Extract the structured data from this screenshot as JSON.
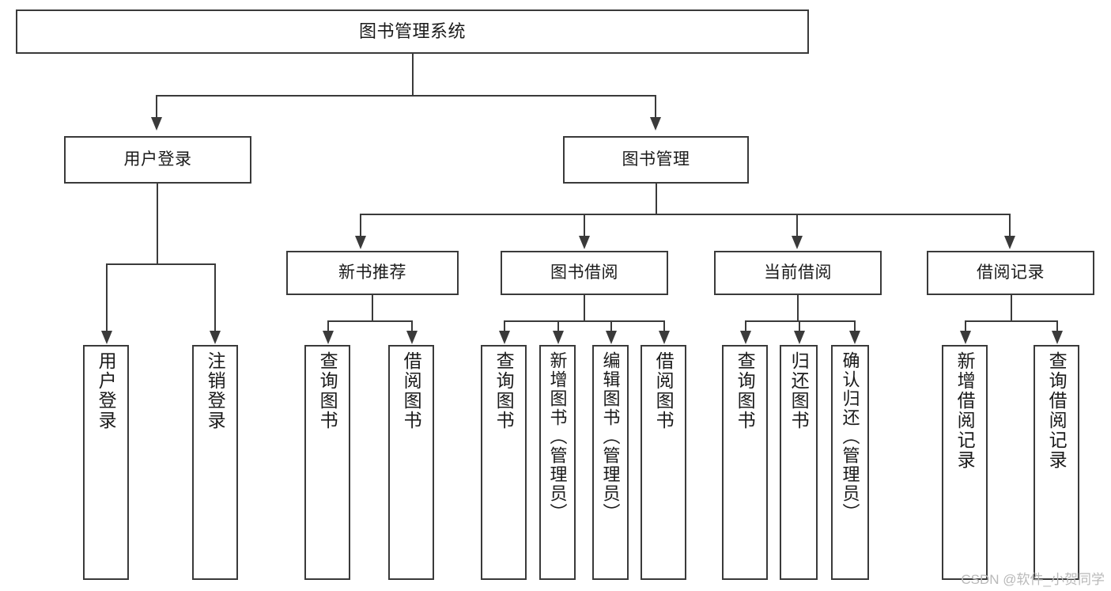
{
  "diagram": {
    "title_node": {
      "label": "图书管理系统"
    },
    "level2": [
      {
        "id": "user-login",
        "label": "用户登录"
      },
      {
        "id": "book-manage",
        "label": "图书管理"
      }
    ],
    "level3": [
      {
        "id": "new-book-recommend",
        "label": "新书推荐"
      },
      {
        "id": "book-borrow",
        "label": "图书借阅"
      },
      {
        "id": "current-borrow",
        "label": "当前借阅"
      },
      {
        "id": "borrow-record",
        "label": "借阅记录"
      }
    ],
    "leaves": {
      "user_login": [
        {
          "id": "leaf-user-login",
          "label": "用户登录"
        },
        {
          "id": "leaf-logout",
          "label": "注销登录"
        }
      ],
      "new_book_recommend": [
        {
          "id": "leaf-query-book-1",
          "label": "查询图书"
        },
        {
          "id": "leaf-borrow-book-1",
          "label": "借阅图书"
        }
      ],
      "book_borrow": [
        {
          "id": "leaf-query-book-2",
          "label": "查询图书"
        },
        {
          "id": "leaf-add-book",
          "label": "新增图书（管理员）"
        },
        {
          "id": "leaf-edit-book",
          "label": "编辑图书（管理员）"
        },
        {
          "id": "leaf-borrow-book-2",
          "label": "借阅图书"
        }
      ],
      "current_borrow": [
        {
          "id": "leaf-query-book-3",
          "label": "查询图书"
        },
        {
          "id": "leaf-return-book",
          "label": "归还图书"
        },
        {
          "id": "leaf-confirm-return",
          "label": "确认归还（管理员）"
        }
      ],
      "borrow_record": [
        {
          "id": "leaf-add-record",
          "label": "新增借阅记录"
        },
        {
          "id": "leaf-query-record",
          "label": "查询借阅记录"
        }
      ]
    }
  },
  "watermark": {
    "text": "CSDN @软件_小贺同学"
  },
  "colors": {
    "stroke": "#3a3a3a",
    "fill": "#ffffff",
    "text": "#1a1a1a",
    "watermark": "#b9b9b9"
  }
}
